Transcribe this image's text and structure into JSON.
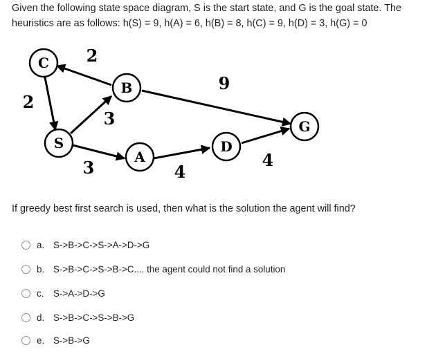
{
  "question": {
    "line1": "Given the following state space diagram, S is the start state, and G is the goal state. The",
    "line2": "heuristics are as follows: h(S) = 9, h(A) = 6, h(B) = 8, h(C) = 9, h(D) = 3, h(G) = 0"
  },
  "diagram": {
    "nodes": {
      "C": "C",
      "B": "B",
      "S": "S",
      "A": "A",
      "D": "D",
      "G": "G"
    },
    "edge_weights": {
      "B_to_C": "2",
      "C_to_S": "2",
      "S_to_B": "3",
      "S_to_A": "3",
      "A_to_D": "4",
      "B_to_G": "9",
      "D_to_G": "4"
    }
  },
  "followup": "If greedy best first search is used, then what is the solution the agent will find?",
  "options": [
    {
      "letter": "a.",
      "text": "S->B->C->S->A->D->G"
    },
    {
      "letter": "b.",
      "text": "S->B->C->S->B->C.... the agent could not find a solution"
    },
    {
      "letter": "c.",
      "text": "S->A->D->G"
    },
    {
      "letter": "d.",
      "text": "S->B->C->S->B->G"
    },
    {
      "letter": "e.",
      "text": "S->B->G"
    }
  ]
}
